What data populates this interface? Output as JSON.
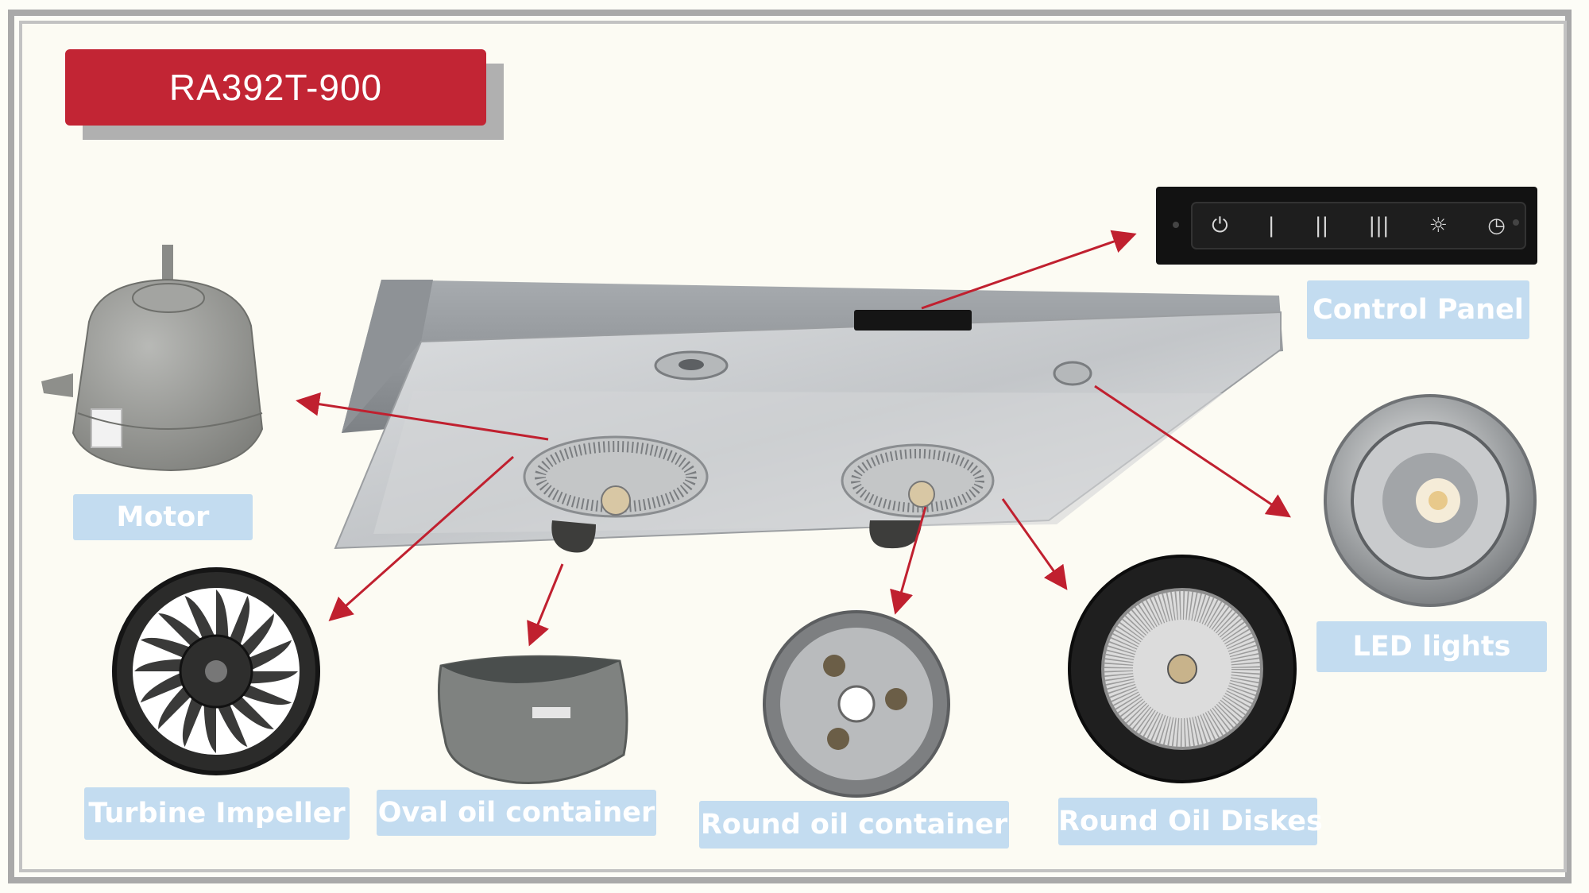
{
  "model": "RA392T-900",
  "control_panel_symbols": [
    "⏻",
    "|",
    "||",
    "|||",
    "☼",
    "◷"
  ],
  "labels": {
    "control_panel": "Control Panel",
    "motor": "Motor",
    "led_lights": "LED lights",
    "turbine_impeller": "Turbine Impeller",
    "oval_oil_container": "Oval oil container",
    "round_oil_container": "Round oil container",
    "round_oil_diskes": "Round Oil Diskes"
  },
  "colors": {
    "accent_red": "#c22534",
    "label_blue": "#c3dcf0",
    "arrow_red": "#c0202f",
    "frame_gray": "#a9a9a9"
  }
}
